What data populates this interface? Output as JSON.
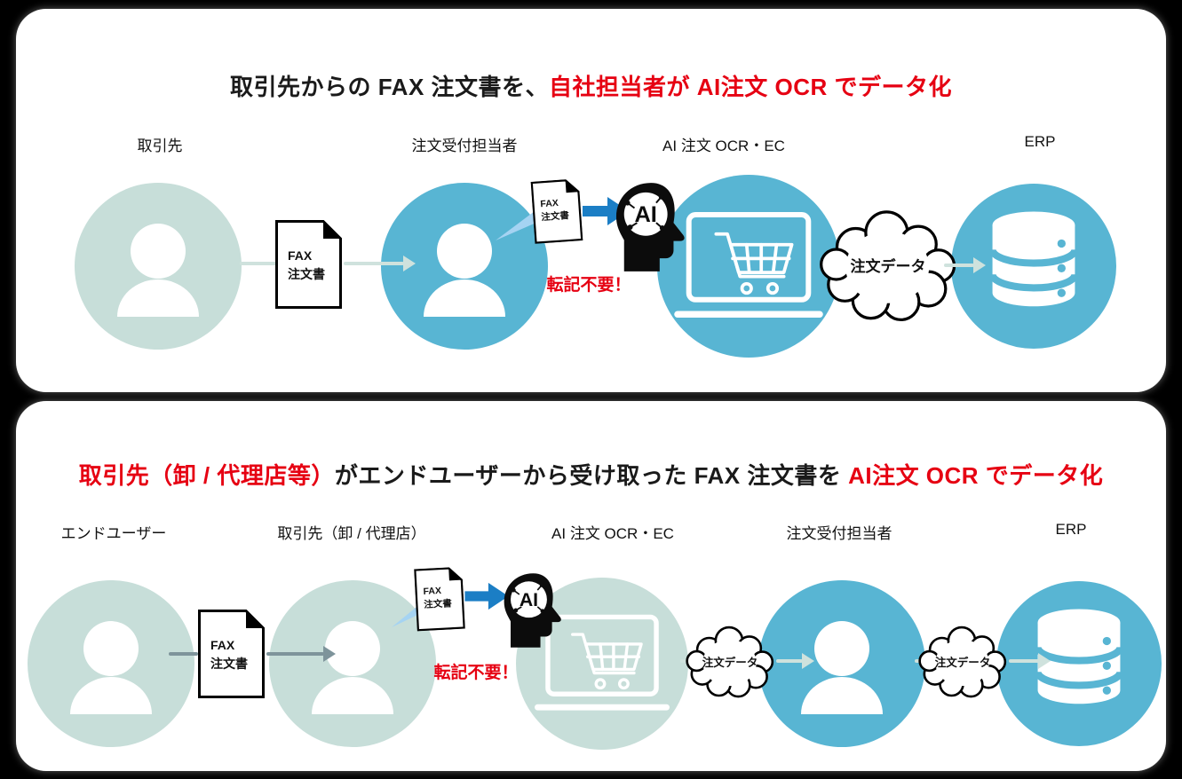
{
  "colors": {
    "accent_blue": "#58b5d3",
    "light_teal": "#c7ded9",
    "thick_arrow_blue": "#1b7ec5",
    "teal_arrow": "#cfe2dd",
    "gray_arrow": "#7e949b",
    "alert_red": "#e60012"
  },
  "panel1": {
    "title": {
      "black": "取引先からの FAX 注文書を、",
      "red": "自社担当者が AI注文 OCR でデータ化"
    },
    "labels": {
      "vendor": "取引先",
      "order_staff": "注文受付担当者",
      "ai_ocr": "AI 注文 OCR・EC",
      "erp": "ERP"
    },
    "fax_doc_large": {
      "line1": "FAX",
      "line2": "注文書"
    },
    "fax_doc_small": {
      "line1": "FAX",
      "line2": "注文書"
    },
    "ai_badge": "AI",
    "note": "転記不要！",
    "cloud1": "注文データ"
  },
  "panel2": {
    "title": {
      "red1": "取引先（卸 / 代理店等）",
      "black": "がエンドユーザーから受け取った FAX 注文書を ",
      "red2": "AI注文 OCR でデータ化"
    },
    "labels": {
      "end_user": "エンドユーザー",
      "vendor": "取引先（卸 / 代理店）",
      "ai_ocr": "AI 注文 OCR・EC",
      "order_staff": "注文受付担当者",
      "erp": "ERP"
    },
    "fax_doc_large": {
      "line1": "FAX",
      "line2": "注文書"
    },
    "fax_doc_small": {
      "line1": "FAX",
      "line2": "注文書"
    },
    "ai_badge": "AI",
    "note": "転記不要！",
    "cloud1": "注文データ",
    "cloud2": "注文データ"
  }
}
